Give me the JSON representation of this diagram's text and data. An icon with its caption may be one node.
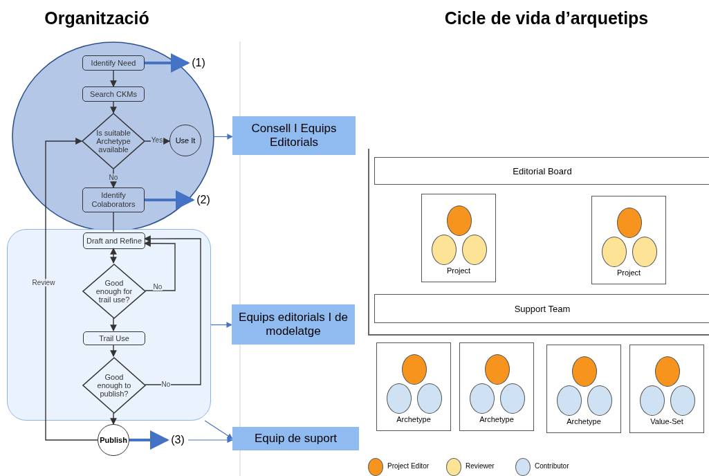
{
  "diagram": {
    "nodes": [
      {
        "text": [],
        "shape": "circle"
      },
      {
        "text": [
          "Identify Need"
        ],
        "in": 0
      },
      {
        "text": [
          "Search CKMs"
        ],
        "in": 0
      },
      {
        "text": [
          "Is suitable Archetype available"
        ],
        "in": 0
      },
      {
        "text": [
          "Use It"
        ],
        "in": 0
      },
      {
        "text": [
          "Identify Colaborators"
        ],
        "in": 0
      },
      {
        "text": [],
        "shape": "box"
      },
      {
        "text": [
          "Draft and Refine"
        ],
        "in": 6
      },
      {
        "text": [
          "Good enough for trail use?"
        ],
        "in": 6
      },
      {
        "text": [
          "Trail Use"
        ],
        "in": 6
      },
      {
        "text": [
          "Good enough to publish?"
        ],
        "in": 6
      },
      {
        "text": [
          "Publish"
        ]
      },
      {
        "text": [
          "Consell I Equips Editorials"
        ]
      },
      {
        "text": [
          "Equips editorials I de modelatge"
        ]
      },
      {
        "text": [
          "Equip de suport"
        ]
      },
      {
        "text": [
          "(1)"
        ]
      },
      {
        "text": [
          "(2)"
        ]
      },
      {
        "text": [
          "(3)"
        ]
      },
      {
        "text": [],
        "shape": "box"
      },
      {
        "text": [
          "Editorial Board"
        ],
        "in": 18
      },
      {
        "text": [
          "Project"
        ],
        "in": 18
      },
      {
        "text": [],
        "shape": "circle",
        "in": 20
      },
      {
        "text": [],
        "shape": "circle",
        "in": 20
      },
      {
        "text": [],
        "shape": "circle",
        "in": 20
      },
      {
        "text": [
          "Project"
        ],
        "in": 18
      },
      {
        "text": [],
        "shape": "circle",
        "in": 24
      },
      {
        "text": [],
        "shape": "circle",
        "in": 24
      },
      {
        "text": [],
        "shape": "circle",
        "in": 24
      },
      {
        "text": [
          "Support Team"
        ],
        "in": 18
      },
      {
        "text": [
          "Archetype"
        ]
      },
      {
        "text": [],
        "shape": "circle",
        "in": 29
      },
      {
        "text": [],
        "shape": "circle",
        "in": 29
      },
      {
        "text": [],
        "shape": "circle",
        "in": 29
      },
      {
        "text": [
          "Archetype"
        ]
      },
      {
        "text": [],
        "shape": "circle",
        "in": 33
      },
      {
        "text": [],
        "shape": "circle",
        "in": 33
      },
      {
        "text": [],
        "shape": "circle",
        "in": 33
      },
      {
        "text": [
          "Archetype"
        ]
      },
      {
        "text": [],
        "shape": "circle",
        "in": 37
      },
      {
        "text": [],
        "shape": "circle",
        "in": 37
      },
      {
        "text": [],
        "shape": "circle",
        "in": 37
      },
      {
        "text": [
          "Value-Set"
        ]
      },
      {
        "text": [],
        "shape": "circle",
        "in": 41
      },
      {
        "text": [],
        "shape": "circle",
        "in": 41
      },
      {
        "text": [],
        "shape": "circle",
        "in": 41
      }
    ],
    "edges": [
      {
        "from": 1,
        "to": 2,
        "arrow": "to"
      },
      {
        "from": 2,
        "to": 3,
        "arrow": "to"
      },
      {
        "from": 3,
        "to": 4,
        "arrow": "to",
        "label": "Yes"
      },
      {
        "from": 3,
        "to": 5,
        "arrow": "to",
        "label": "No"
      },
      {
        "from": 5,
        "to": 7,
        "arrow": "none"
      },
      {
        "from": 7,
        "to": 8,
        "arrow": "both"
      },
      {
        "from": 8,
        "to": 7,
        "arrow": "to",
        "label": "No"
      },
      {
        "from": 8,
        "to": 9,
        "arrow": "to"
      },
      {
        "from": 9,
        "to": 10,
        "arrow": "to"
      },
      {
        "from": 10,
        "to": 7,
        "arrow": "to",
        "label": "No"
      },
      {
        "from": 10,
        "to": 11,
        "arrow": "to"
      },
      {
        "from": 11,
        "to": 3,
        "arrow": "to",
        "label": "Review"
      },
      {
        "from": 1,
        "to": 15,
        "arrow": "to",
        "style": "thick",
        "color": "#4472c4"
      },
      {
        "from": 5,
        "to": 16,
        "arrow": "to",
        "style": "thick",
        "color": "#4472c4"
      },
      {
        "from": 11,
        "to": 17,
        "arrow": "to",
        "style": "thick",
        "color": "#4472c4"
      },
      {
        "from": 0,
        "to": 12,
        "arrow": "to",
        "color": "#4472c4"
      },
      {
        "from": 6,
        "to": 13,
        "arrow": "to",
        "color": "#4472c4"
      },
      {
        "from": 6,
        "to": 14,
        "arrow": "to",
        "color": "#4472c4"
      },
      {
        "from": 17,
        "to": 14,
        "arrow": "to",
        "color": "#4472c4"
      }
    ],
    "labels": [
      "Organització",
      "Cicle de vida d’arquetips"
    ],
    "legend": [
      {
        "text": "Project Editor",
        "color": "#f7941d"
      },
      {
        "text": "Reviewer",
        "color": "#fce395"
      },
      {
        "text": "Contributor",
        "color": "#cfe2f3"
      }
    ]
  }
}
